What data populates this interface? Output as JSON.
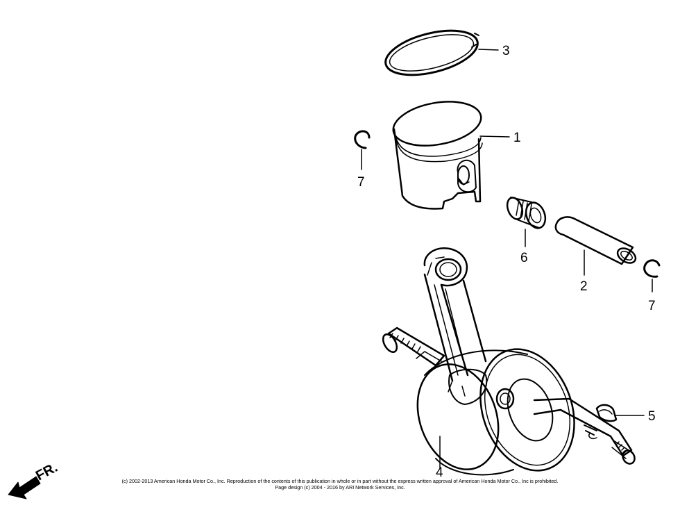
{
  "callouts": {
    "piston": "1",
    "piston_pin": "2",
    "piston_ring": "3",
    "crankshaft": "4",
    "woodruff_key": "5",
    "needle_bearing": "6",
    "clip_left": "7",
    "clip_right": "7"
  },
  "direction_label": "FR.",
  "footer": {
    "copyright": "(c) 2002-2013 American Honda Motor Co., Inc. Reproduction of the contents of this publication in whole or in part without the express written approval of American Honda Motor Co., Inc is prohibited.",
    "page_design": "Page design (c) 2004 - 2016 by ARI Network Services, Inc."
  },
  "colors": {
    "line": "#000000",
    "background": "#ffffff"
  }
}
